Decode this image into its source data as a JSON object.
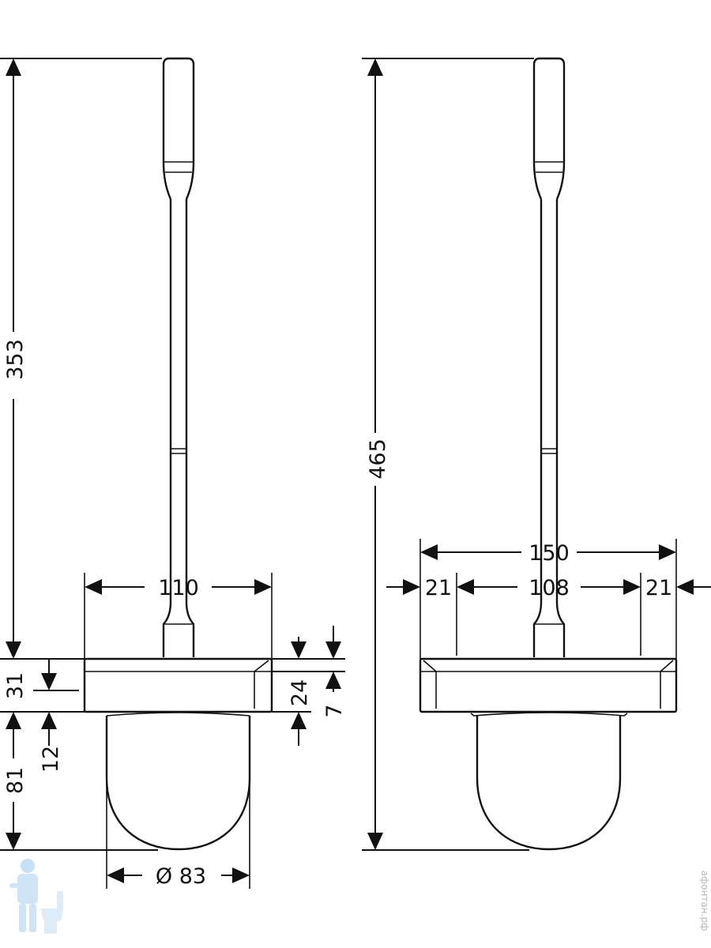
{
  "dimensions": {
    "height_brush_353": "353",
    "height_total_465": "465",
    "bowl_height_81": "81",
    "base_height_31": "31",
    "gap_12": "12",
    "plate_thickness_24": "24",
    "offset_7": "7",
    "width_110": "110",
    "diameter_83": "Ø 83",
    "width_150": "150",
    "inner_width_108": "108",
    "side_left_21": "21",
    "side_right_21": "21"
  },
  "watermark": {
    "text": "афонтан.рф"
  }
}
